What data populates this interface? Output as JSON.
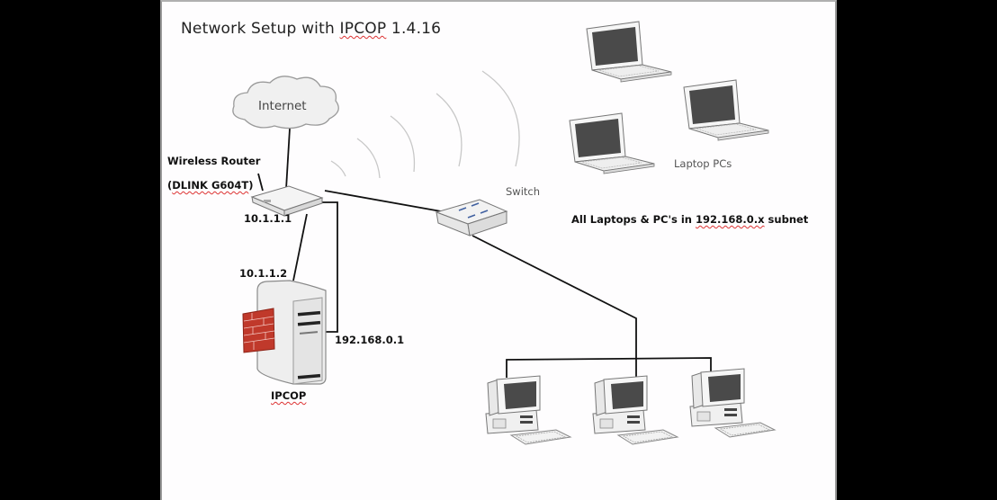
{
  "title": {
    "prefix": "Network Setup with ",
    "product": "IPCOP",
    "version": " 1.4.16"
  },
  "nodes": {
    "internet": {
      "label": "Internet",
      "icon": "cloud-icon"
    },
    "router": {
      "label_line1": "Wireless Router",
      "label_line2_open": "(",
      "label_line2_model": "DLINK G604T",
      "label_line2_close": ")",
      "ip": "10.1.1.1",
      "icon": "router-icon"
    },
    "ipcop": {
      "label": "IPCOP",
      "ip_wan": "10.1.1.2",
      "ip_lan": "192.168.0.1",
      "icon": "server-firewall-icon"
    },
    "switch": {
      "label": "Switch",
      "icon": "switch-icon"
    },
    "laptops": {
      "label": "Laptop PCs",
      "count": 3,
      "icon": "laptop-icon"
    },
    "desktops": {
      "count": 3,
      "icon": "desktop-pc-icon"
    }
  },
  "subnet_note": {
    "prefix": "All Laptops & PC's in ",
    "subnet": "192.168.0.x",
    "suffix": " subnet"
  },
  "colors": {
    "background": "#fefdfe",
    "line": "#111111",
    "firewall": "#c0392b",
    "screen": "#4a4a4a",
    "wave": "#c8c8c8"
  }
}
